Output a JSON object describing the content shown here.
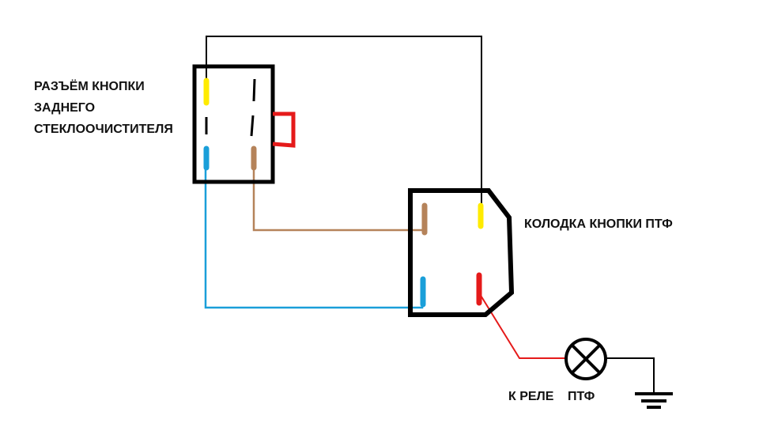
{
  "labels": {
    "rear_wiper_button_connector": [
      "РАЗЪЁМ КНОПКИ",
      "ЗАДНЕГО",
      "СТЕКЛООЧИСТИТЕЛЯ"
    ],
    "fog_light_button_block": "КОЛОДКА КНОПКИ ПТФ",
    "to_relay": "К РЕЛЕ",
    "fog_lights": "ПТФ"
  },
  "colors": {
    "yellow": "#ffeb00",
    "blue": "#1a9fd9",
    "brown": "#b5835a",
    "red": "#e51a1a",
    "black": "#000000"
  },
  "icons": {
    "lamp": "lamp-icon",
    "ground": "ground-icon"
  }
}
